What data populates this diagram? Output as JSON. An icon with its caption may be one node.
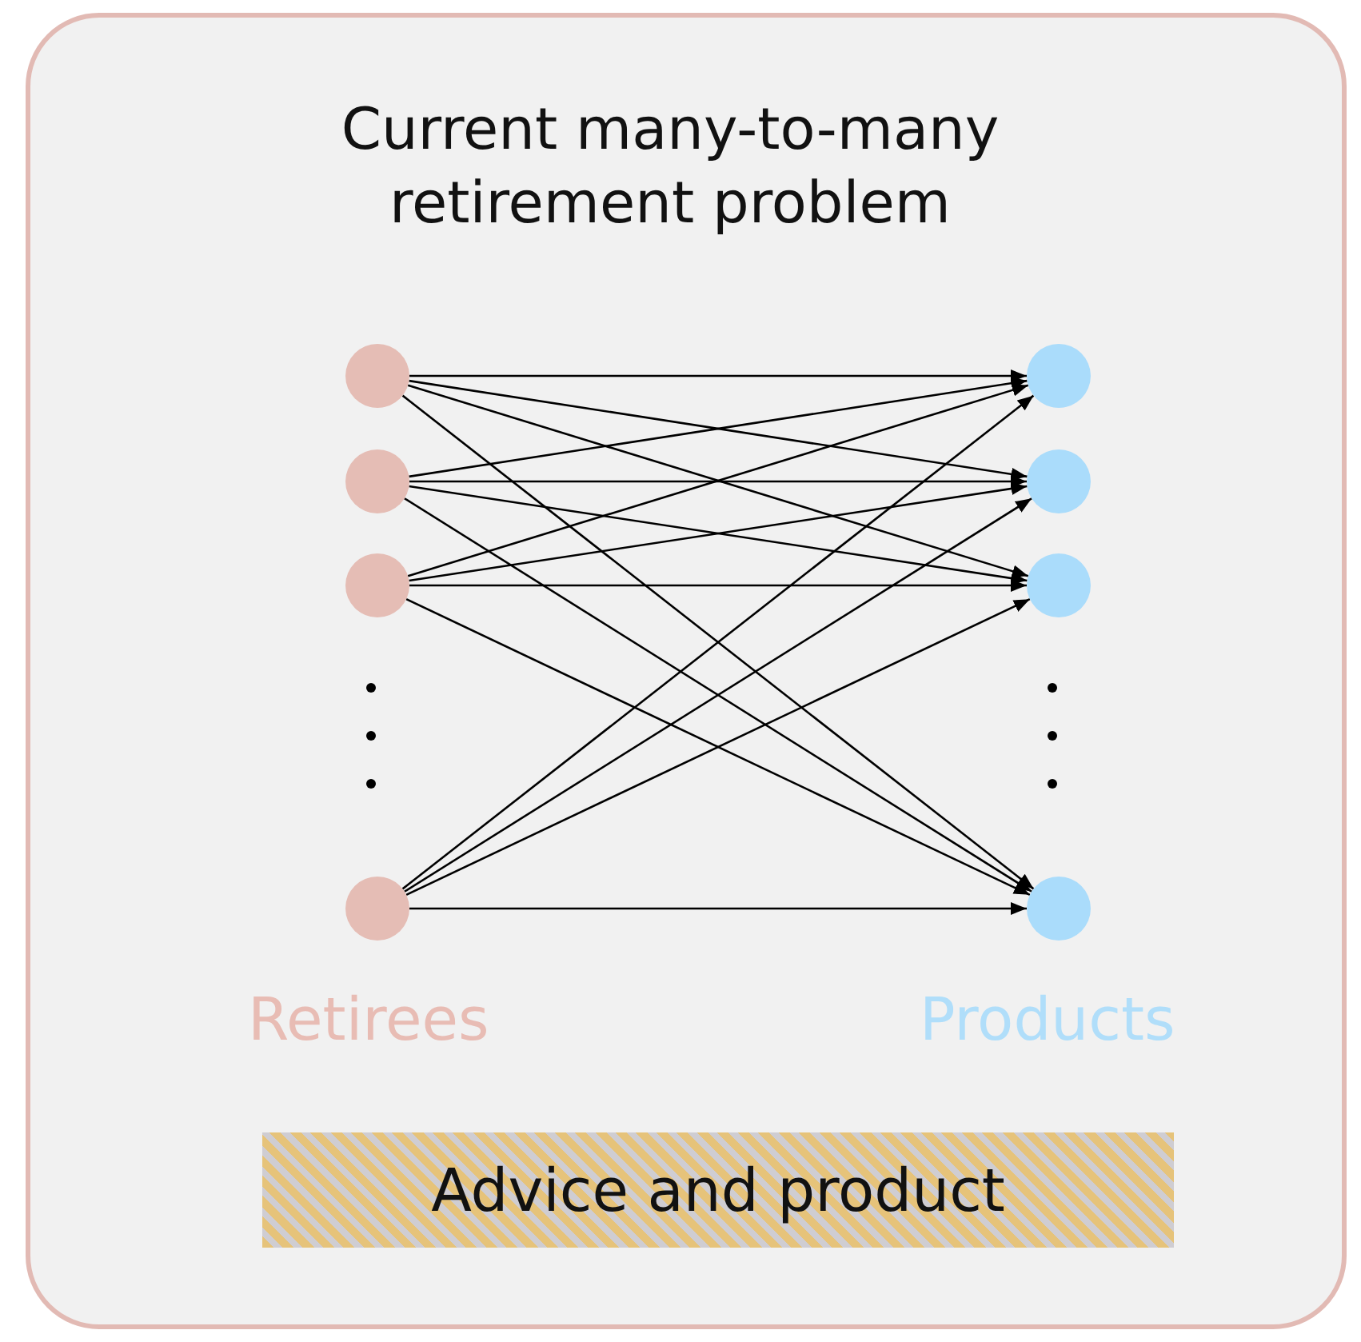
{
  "diagram": {
    "nodes": [
      {
        "text": [
          "Current many-to-many retirement problem"
        ]
      },
      {
        "text": [],
        "shape": "circle",
        "in": 0
      },
      {
        "text": [],
        "shape": "circle",
        "in": 0
      },
      {
        "text": [],
        "shape": "circle",
        "in": 0
      },
      {
        "text": [],
        "shape": "circle",
        "in": 0
      },
      {
        "text": [],
        "shape": "circle",
        "in": 0
      },
      {
        "text": [],
        "shape": "circle",
        "in": 0
      },
      {
        "text": [],
        "shape": "circle",
        "in": 0
      },
      {
        "text": [],
        "shape": "circle",
        "in": 0
      },
      {
        "text": [
          "Advice and product"
        ],
        "in": 0
      }
    ],
    "edges": [
      {
        "from": 1,
        "to": 5,
        "arrow": "to"
      },
      {
        "from": 1,
        "to": 6,
        "arrow": "to"
      },
      {
        "from": 1,
        "to": 7,
        "arrow": "to"
      },
      {
        "from": 1,
        "to": 8,
        "arrow": "to"
      },
      {
        "from": 2,
        "to": 5,
        "arrow": "to"
      },
      {
        "from": 2,
        "to": 6,
        "arrow": "to"
      },
      {
        "from": 2,
        "to": 7,
        "arrow": "to"
      },
      {
        "from": 2,
        "to": 8,
        "arrow": "to"
      },
      {
        "from": 3,
        "to": 5,
        "arrow": "to"
      },
      {
        "from": 3,
        "to": 6,
        "arrow": "to"
      },
      {
        "from": 3,
        "to": 7,
        "arrow": "to"
      },
      {
        "from": 3,
        "to": 8,
        "arrow": "to"
      },
      {
        "from": 4,
        "to": 5,
        "arrow": "to"
      },
      {
        "from": 4,
        "to": 6,
        "arrow": "to"
      },
      {
        "from": 4,
        "to": 7,
        "arrow": "to"
      },
      {
        "from": 4,
        "to": 8,
        "arrow": "to"
      }
    ],
    "labels": [
      "Retirees",
      "Products"
    ]
  }
}
